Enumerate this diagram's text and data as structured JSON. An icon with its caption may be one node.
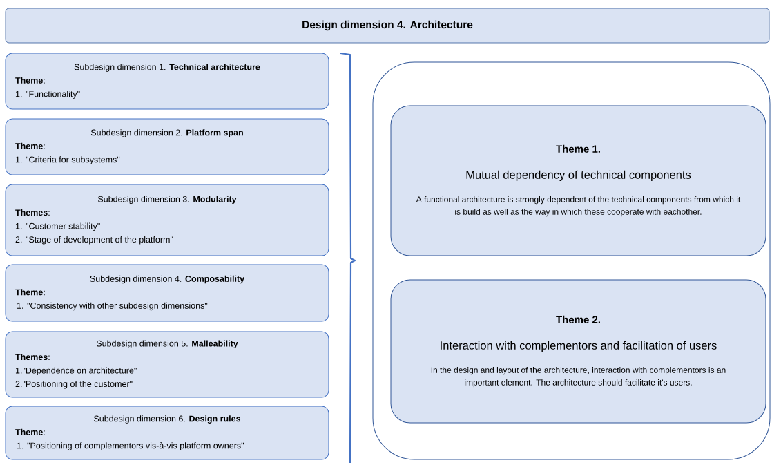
{
  "diagram": {
    "nodes": [
      {
        "text": [
          "Design dimension 4. Architecture"
        ]
      },
      {
        "text": [
          "Subdesign dimension 1. **Technical architecture**",
          "**Theme**:",
          "1. \"Functionality\""
        ]
      },
      {
        "text": [
          "Subdesign dimension 2. **Platform span**",
          "**Theme**:",
          "1. \"Criteria for subsystems\""
        ]
      },
      {
        "text": [
          "Subdesign dimension 3. **Modularity**",
          "**Themes**:",
          "1. \"Customer stability\"",
          "2. \"Stage of development of the platform\""
        ]
      },
      {
        "text": [
          "Subdesign dimension 4. **Composability**",
          "**Theme**:",
          "1. \"Consistency with other subdesign dimensions\""
        ]
      },
      {
        "text": [
          "Subdesign dimension 5. **Malleability**",
          "**Themes**:",
          "1.\"Dependence on architecture\"",
          "2.\"Positioning of the customer\""
        ]
      },
      {
        "text": [
          "Subdesign dimension 6. **Design rules**",
          "**Theme**:",
          "1. \"Positioning of complementors vis-à-vis platform owners\""
        ]
      },
      {
        "text": [],
        "shape": "box"
      },
      {
        "text": [
          "Theme 1.",
          "Mutual dependency of technical components",
          "A functional architecture is strongly dependent of the technical components from which it is build as well as the way in which these cooperate with eachother."
        ],
        "in": 7
      },
      {
        "text": [
          "Theme 2.",
          "Interaction with complementors and facilitation of users",
          "In the design and layout of the architecture, interaction with complementors is an important element. The architecture should facilitate it's users."
        ],
        "in": 7
      }
    ]
  }
}
